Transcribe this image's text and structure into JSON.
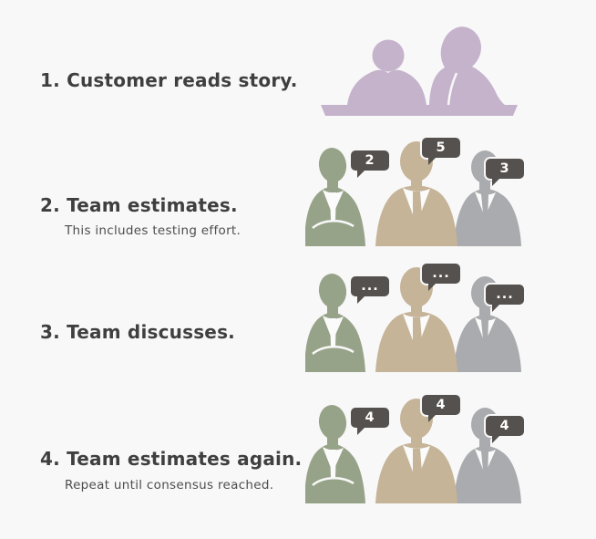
{
  "palette": {
    "bg": "#f8f8f8",
    "heading": "#3f3f3f",
    "subtext": "#4d4d4d",
    "customer": "#c5b3cc",
    "member-left": "#97a388",
    "member-middle": "#c6b498",
    "member-right": "#a9abae",
    "bubble": "#55514e",
    "bubble-text": "#ffffff",
    "shirt": "#fbfbfb"
  },
  "steps": [
    {
      "title": "1. Customer reads story.",
      "subtitle": "",
      "bubbles": []
    },
    {
      "title": "2. Team estimates.",
      "subtitle": "This includes testing effort.",
      "bubbles": [
        "2",
        "5",
        "3"
      ]
    },
    {
      "title": "3. Team discusses.",
      "subtitle": "",
      "bubbles": [
        "...",
        "...",
        "..."
      ]
    },
    {
      "title": "4. Team estimates again.",
      "subtitle": "Repeat until consensus reached.",
      "bubbles": [
        "4",
        "4",
        "4"
      ]
    }
  ]
}
